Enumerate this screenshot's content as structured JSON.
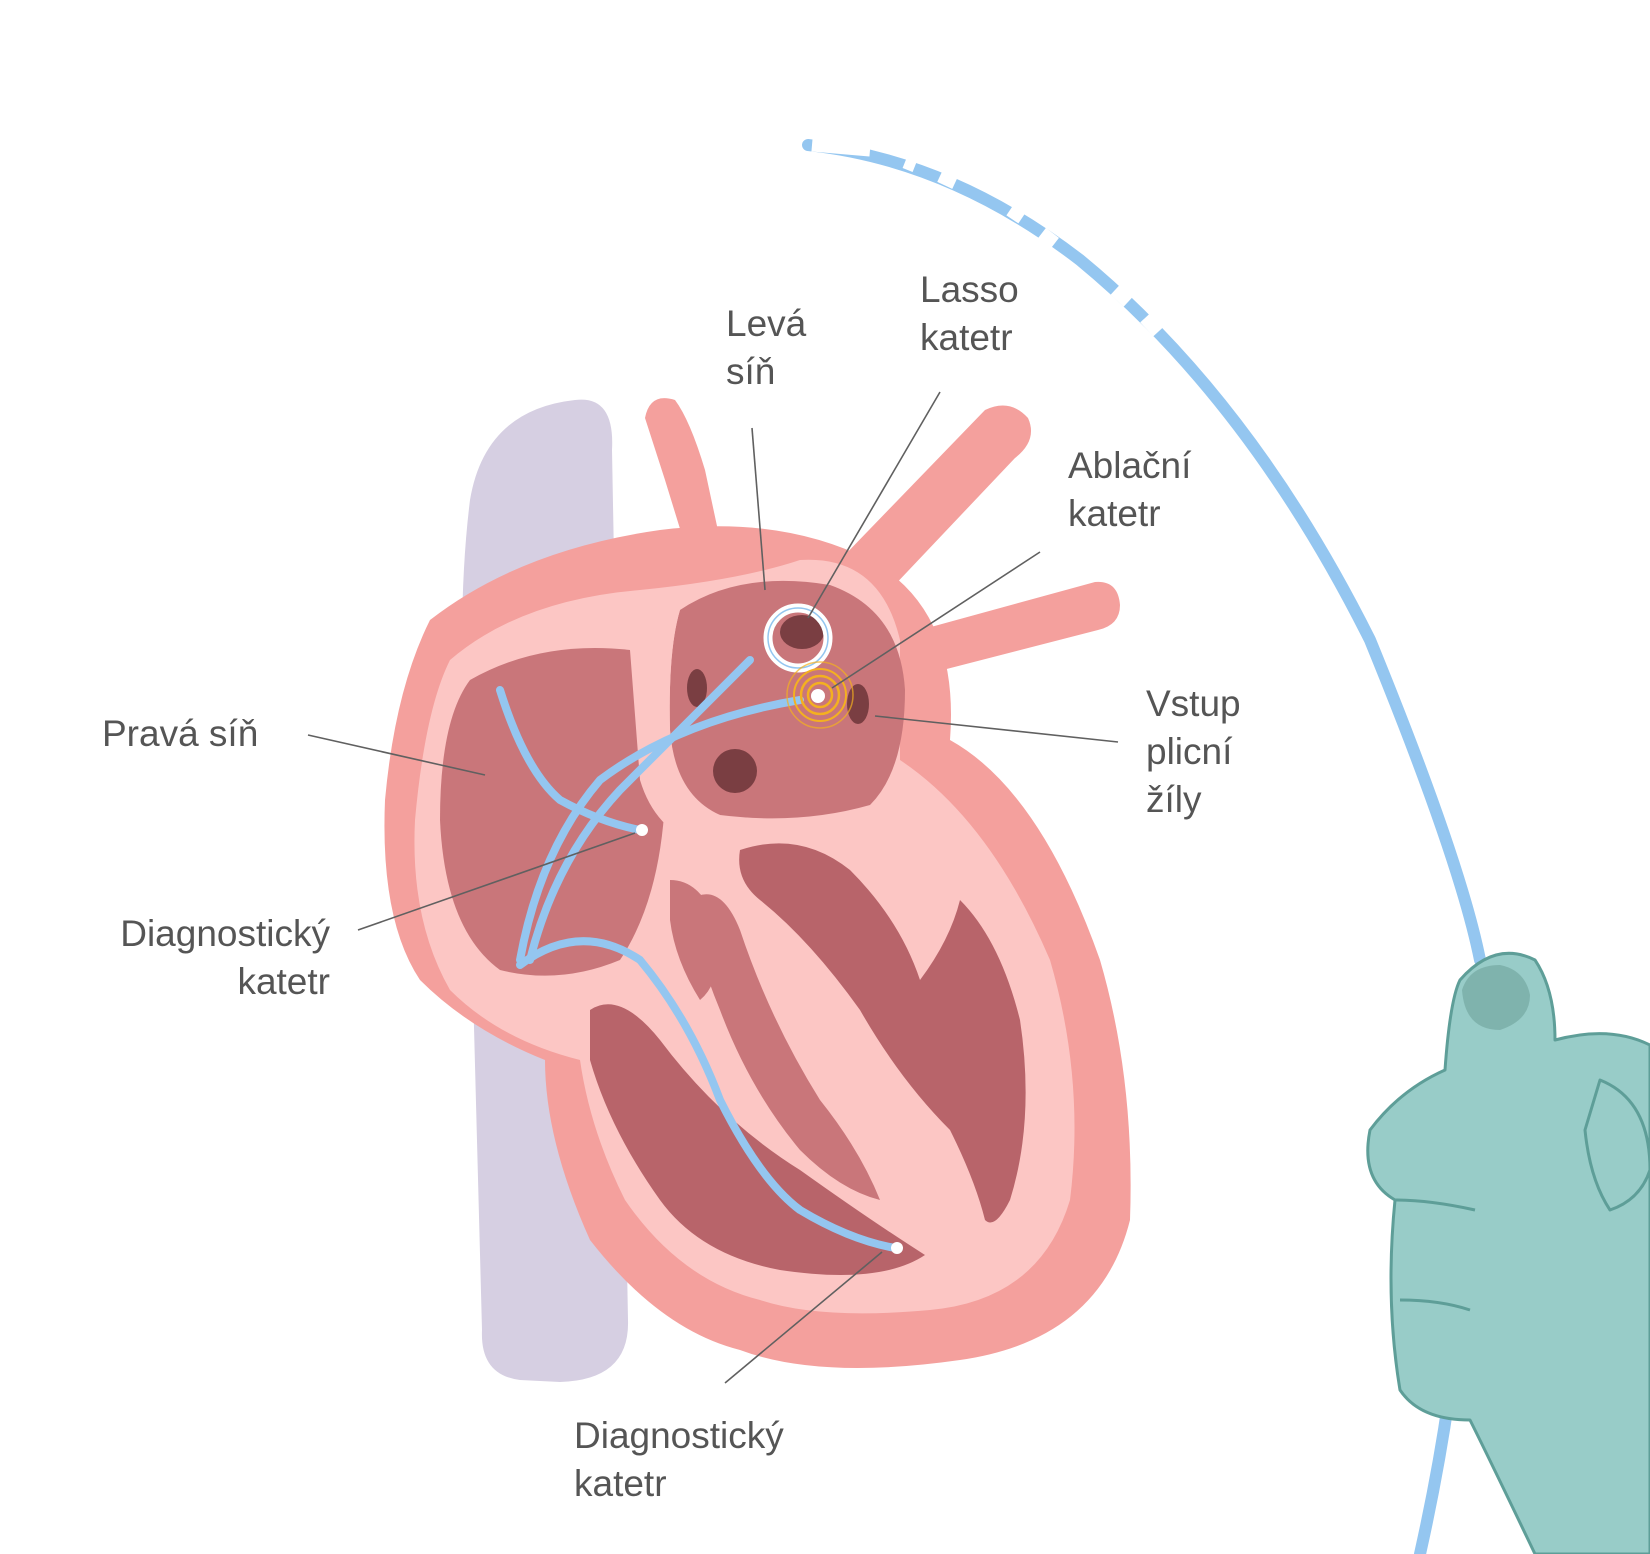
{
  "labels": {
    "left_atrium": [
      "Levá",
      "síň"
    ],
    "lasso_catheter": [
      "Lasso",
      "katetr"
    ],
    "ablation_catheter": [
      "Ablační",
      "katetr"
    ],
    "right_atrium": [
      "Pravá síň"
    ],
    "pulmonary_vein": [
      "Vstup",
      "plicní",
      "žíly"
    ],
    "diagnostic_catheter_upper": [
      "Diagnostický",
      "katetr"
    ],
    "diagnostic_catheter_lower": [
      "Diagnostický",
      "katetr"
    ]
  },
  "colors": {
    "outer_wall": "#f4a09d",
    "inner_wall": "#fcc6c4",
    "chamber": "#c9767a",
    "vein_opening": "#7a3e42",
    "muscle": "#b8646a",
    "catheter": "#94c6f0",
    "glove": "#98ccc8",
    "spine": "#d6cfe2",
    "ablation_glow": "#f4b020"
  }
}
